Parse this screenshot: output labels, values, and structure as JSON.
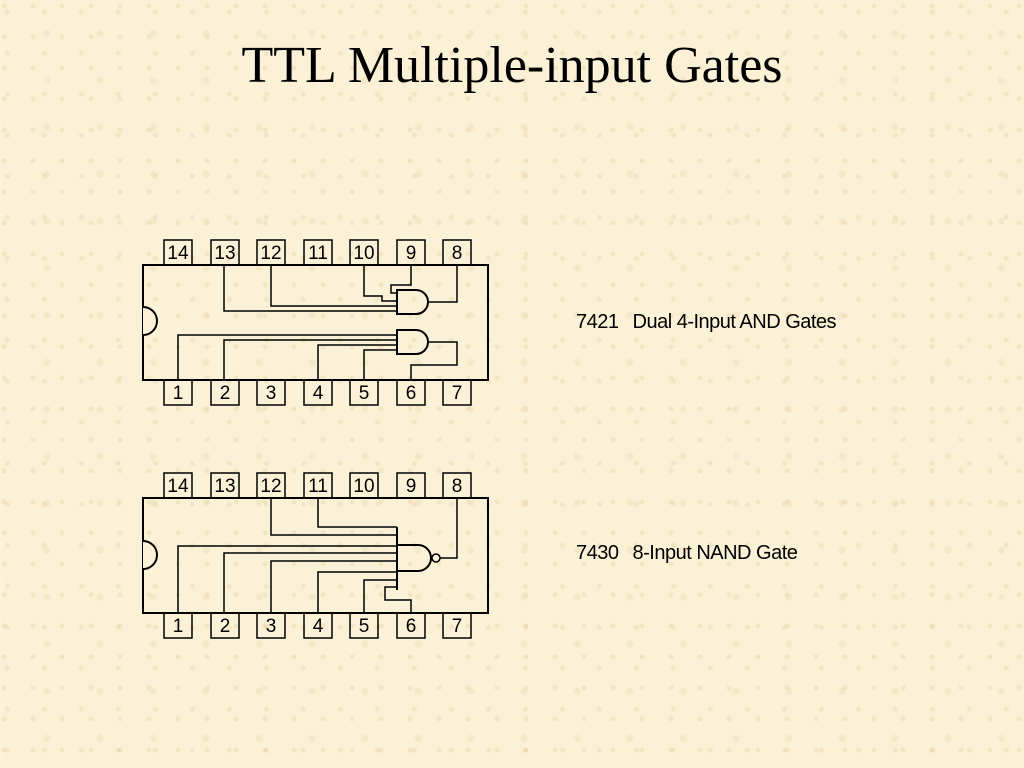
{
  "slide": {
    "title": "TTL Multiple-input Gates"
  },
  "chips": [
    {
      "part": "7421",
      "description": "Dual 4-Input AND Gates",
      "top_pins": [
        "14",
        "13",
        "12",
        "11",
        "10",
        "9",
        "8"
      ],
      "bottom_pins": [
        "1",
        "2",
        "3",
        "4",
        "5",
        "6",
        "7"
      ]
    },
    {
      "part": "7430",
      "description": "8-Input NAND Gate",
      "top_pins": [
        "14",
        "13",
        "12",
        "11",
        "10",
        "9",
        "8"
      ],
      "bottom_pins": [
        "1",
        "2",
        "3",
        "4",
        "5",
        "6",
        "7"
      ]
    }
  ]
}
